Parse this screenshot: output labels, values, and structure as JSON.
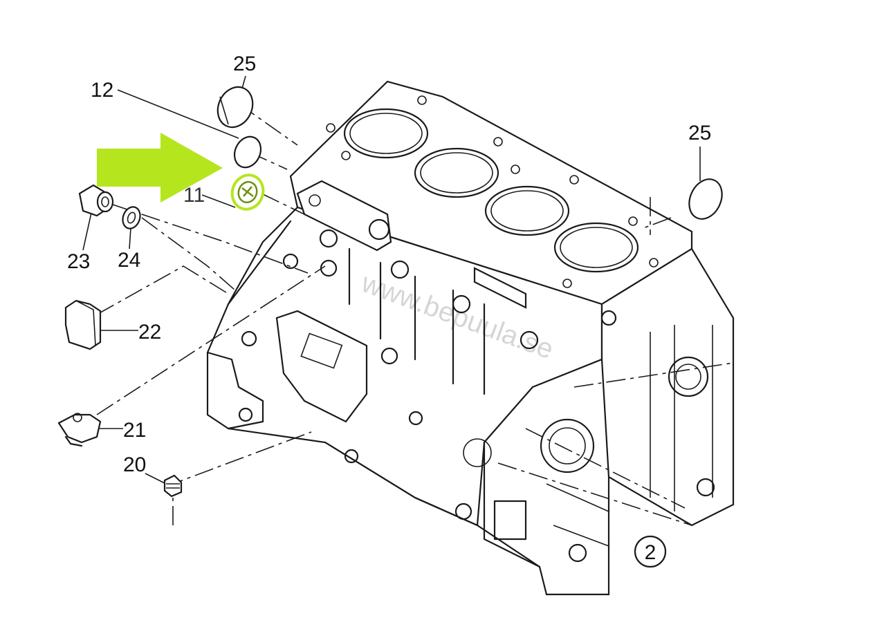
{
  "diagram": {
    "callouts": [
      {
        "id": "12",
        "text": "12"
      },
      {
        "id": "25a",
        "text": "25"
      },
      {
        "id": "25b",
        "text": "25"
      },
      {
        "id": "11",
        "text": "11"
      },
      {
        "id": "23",
        "text": "23"
      },
      {
        "id": "24",
        "text": "24"
      },
      {
        "id": "22",
        "text": "22"
      },
      {
        "id": "21",
        "text": "21"
      },
      {
        "id": "20",
        "text": "20"
      },
      {
        "id": "2",
        "text": "2"
      }
    ],
    "watermark": "www.bepuula.se",
    "highlight_color": "#b5e61d",
    "highlight_part": "11"
  }
}
